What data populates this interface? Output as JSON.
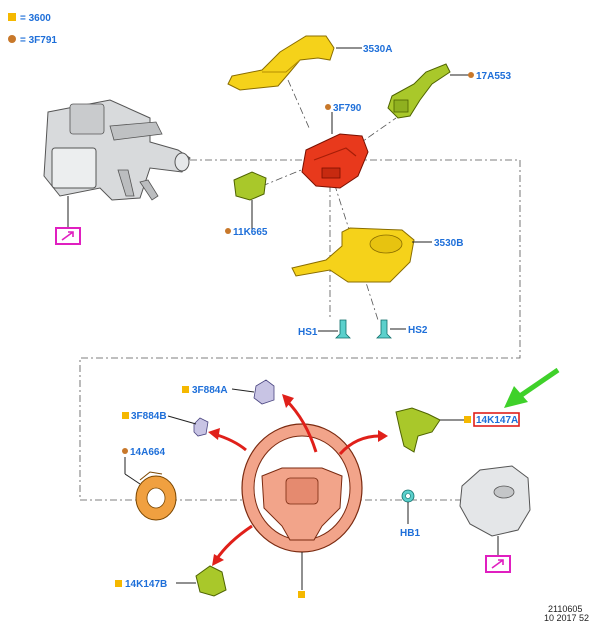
{
  "legend": [
    {
      "marker": "square",
      "color": "#f5b800",
      "text": "= 3600"
    },
    {
      "marker": "dot",
      "color": "#c8782a",
      "text": "= 3F791"
    }
  ],
  "labels": {
    "p3530A": "3530A",
    "p17A553": "17A553",
    "p3F790": "3F790",
    "p11K665": "11K665",
    "p3530B": "3530B",
    "hs1": "HS1",
    "hs2": "HS2",
    "p3F884A": "3F884A",
    "p3F884B": "3F884B",
    "p14A664": "14A664",
    "p14K147A": "14K147A",
    "hb1": "HB1",
    "p14K147B": "14K147B"
  },
  "footer": {
    "ref": "2110605",
    "date": "10 2017 52"
  },
  "colors": {
    "label_blue": "#1e6fd9",
    "marker_yellow": "#f5b800",
    "marker_orange": "#c8782a",
    "highlight_red": "#e0201a",
    "pointer_green": "#3fd12a",
    "callout_magenta": "#e01fc0"
  }
}
